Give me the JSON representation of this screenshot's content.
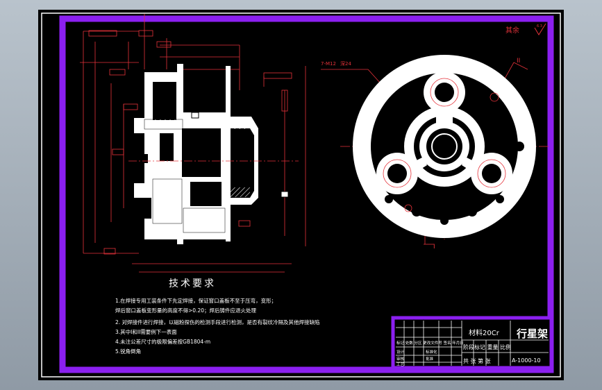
{
  "drawing": {
    "roughness_note": "其余",
    "roughness_value": "6.3",
    "tech_title": "技术要求",
    "requirements": [
      "1.在焊接专用工装条件下先定焊接，保证窗口盖板不至于压弯，变形；",
      "  焊后窗口盖板变形量的高度不得>0.20；焊后铸件应退火处理",
      "2.   对焊接件进行焊接，以磁粉探伤的检测手段进行检测，是否有裂纹冷隔及其他焊接缺陷",
      "3.其中I和II需要例下一表面",
      "4.未注公差尺寸的极限偏差按GB1804-m",
      "5.锐角倒角"
    ],
    "hole_spec": "7-M12",
    "depth_spec": "深24",
    "view_labels": {
      "view1": "I",
      "view2": "II"
    }
  },
  "title_block": {
    "material": "材料20Cr",
    "part_name": "行星架",
    "drawing_no": "A-1000-10",
    "signature_row": "标记 处数 分区 更改文件号 签名 年月日",
    "stage_row": "阶段标记 重量 比例",
    "sheet_row": "共 张 第 张",
    "rows": [
      "设计",
      "审核",
      "工艺"
    ],
    "roles": [
      "标准化",
      "批准"
    ]
  },
  "colors": {
    "background": "#000000",
    "frame": "#8b1ff0",
    "lines": "#ffffff",
    "dims": "#e5323a"
  }
}
